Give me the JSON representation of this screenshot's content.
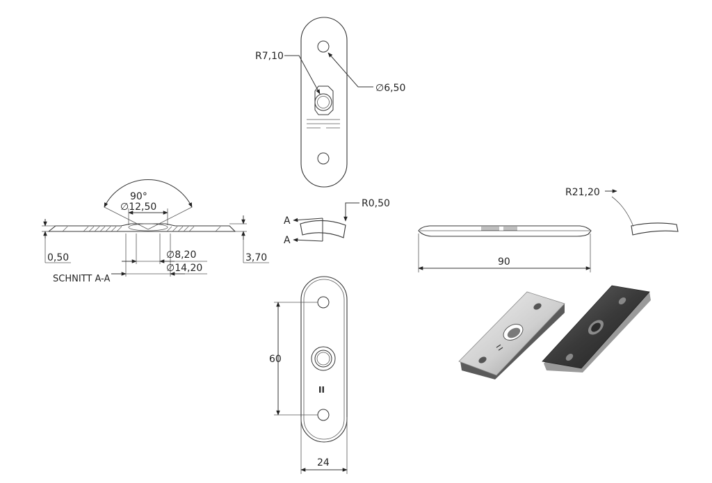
{
  "dimensions": {
    "fillet_radius": "R7,10",
    "hole_diameter": "6,50",
    "section_angle": "90°",
    "countersink_diameter": "12,50",
    "bore_diameter": "8,20",
    "outer_diameter": "14,20",
    "lip_height": "0,50",
    "thickness": "3,70",
    "edge_radius": "R0,50",
    "bend_radius": "R21,20",
    "length": "90",
    "hole_spacing": "60",
    "width": "24"
  },
  "section": {
    "title": "SCHNITT A-A",
    "label_top": "A",
    "label_bottom": "A"
  },
  "symbols": {
    "diameter": "∅",
    "marking": "II"
  },
  "colors": {
    "line": "#333333",
    "plate_light": "#c9c9c9",
    "plate_dark": "#3a3a3a"
  }
}
